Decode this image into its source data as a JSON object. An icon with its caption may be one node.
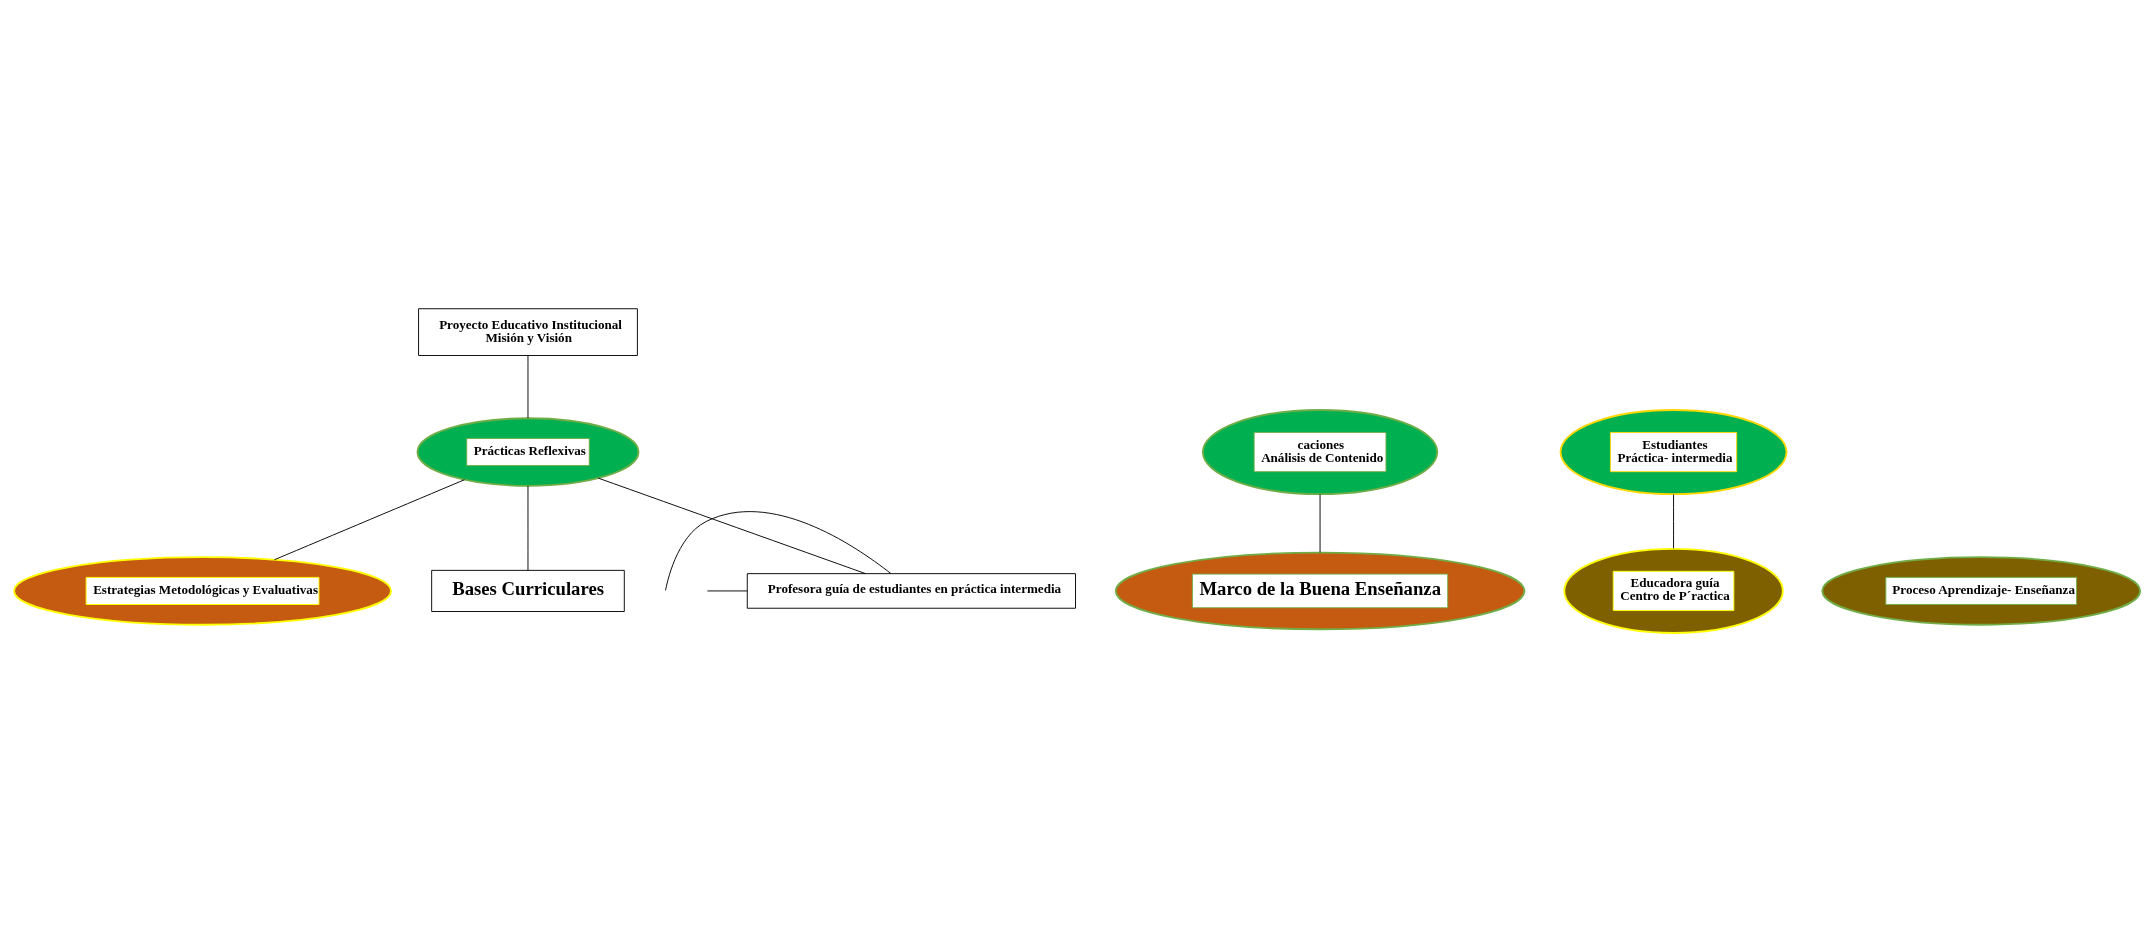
{
  "diagram": {
    "nodes": [
      {
        "text": [
          "Proyecto Educativo Institucional",
          "Misión y Visión"
        ]
      },
      {
        "text": [
          "caciones",
          "Análisis de Contenido"
        ]
      },
      {
        "text": [
          "Estudiantes",
          "Práctica- intermedia"
        ]
      },
      {
        "text": [
          "Prácticas Reflexivas"
        ]
      },
      {
        "text": [
          "Marco de la Buena Enseñanza"
        ]
      },
      {
        "text": [
          "Proceso Aprendizaje- Enseñanza"
        ]
      },
      {
        "text": [
          "Estrategias Metodológicas y Evaluativas"
        ]
      },
      {
        "text": [
          "Profesora guía de estudiantes en práctica intermedia"
        ]
      },
      {
        "text": [
          "Educadora guía",
          "Centro de P´ractica"
        ]
      },
      {
        "text": [
          "Bases Curriculares"
        ]
      }
    ],
    "edges": [
      {
        "from": 0,
        "to": 3,
        "arrow": "none"
      },
      {
        "from": 1,
        "to": 4,
        "arrow": "none"
      },
      {
        "from": 3,
        "to": 6,
        "arrow": "none"
      },
      {
        "from": 3,
        "to": 7,
        "arrow": "none"
      },
      {
        "from": 2,
        "to": 8,
        "arrow": "none"
      },
      {
        "from": 3,
        "to": 9,
        "arrow": "none"
      },
      {
        "from": null,
        "to": 7,
        "arrow": "none"
      },
      {
        "from": null,
        "to": 7,
        "arrow": "none"
      }
    ]
  }
}
